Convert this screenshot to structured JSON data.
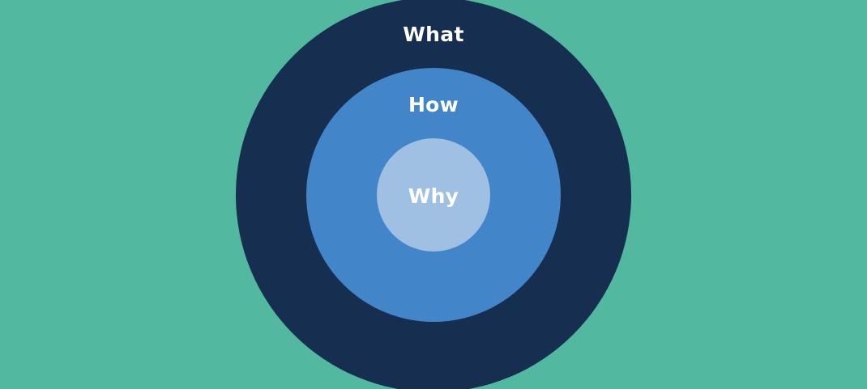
{
  "colors": {
    "background": "#52b89f",
    "what": "#162e4f",
    "how": "#4285c9",
    "why": "#9fc0e2",
    "text": "#ffffff"
  },
  "circles": {
    "what": {
      "label": "What"
    },
    "how": {
      "label": "How"
    },
    "why": {
      "label": "Why"
    }
  }
}
